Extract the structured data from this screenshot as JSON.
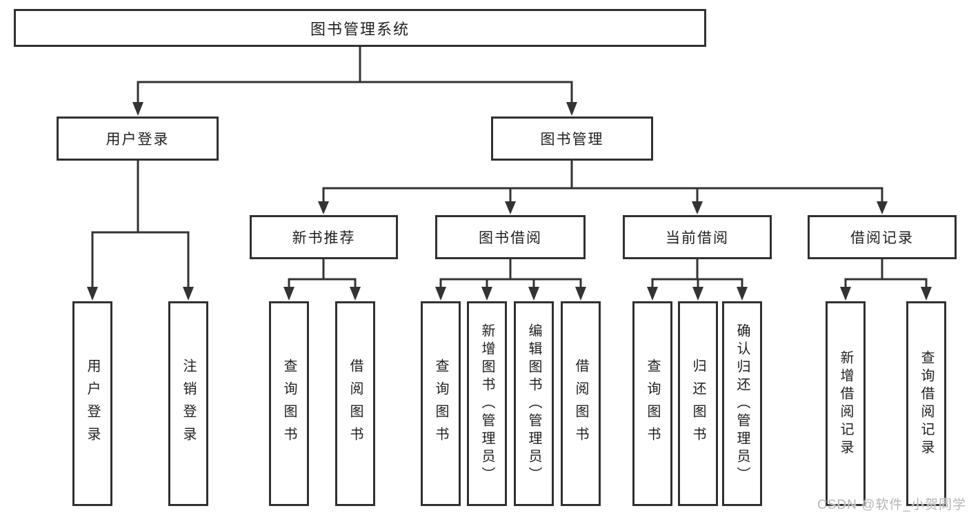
{
  "diagram": {
    "root": {
      "label": "图书管理系统"
    },
    "level2": [
      {
        "label": "用户登录"
      },
      {
        "label": "图书管理"
      }
    ],
    "level3": [
      {
        "label": "新书推荐"
      },
      {
        "label": "图书借阅"
      },
      {
        "label": "当前借阅"
      },
      {
        "label": "借阅记录"
      }
    ],
    "level4": [
      {
        "label": "用户登录",
        "parent": "用户登录"
      },
      {
        "label": "注销登录",
        "parent": "用户登录"
      },
      {
        "label": "查询图书",
        "parent": "新书推荐"
      },
      {
        "label": "借阅图书",
        "parent": "新书推荐"
      },
      {
        "label": "查询图书",
        "parent": "图书借阅"
      },
      {
        "label": "新增图书（管理员）",
        "parent": "图书借阅"
      },
      {
        "label": "编辑图书（管理员）",
        "parent": "图书借阅"
      },
      {
        "label": "借阅图书",
        "parent": "图书借阅"
      },
      {
        "label": "查询图书",
        "parent": "当前借阅"
      },
      {
        "label": "归还图书",
        "parent": "当前借阅"
      },
      {
        "label": "确认归还（管理员）",
        "parent": "当前借阅"
      },
      {
        "label": "新增借阅记录",
        "parent": "借阅记录"
      },
      {
        "label": "查询借阅记录",
        "parent": "借阅记录"
      }
    ],
    "watermark": "CSDN @软件_小贺同学",
    "colors": {
      "line": "#333333",
      "box_border": "#303030",
      "box_fill": "#ffffff",
      "text": "#1f1f1f",
      "watermark": "#b5b5b5"
    }
  }
}
